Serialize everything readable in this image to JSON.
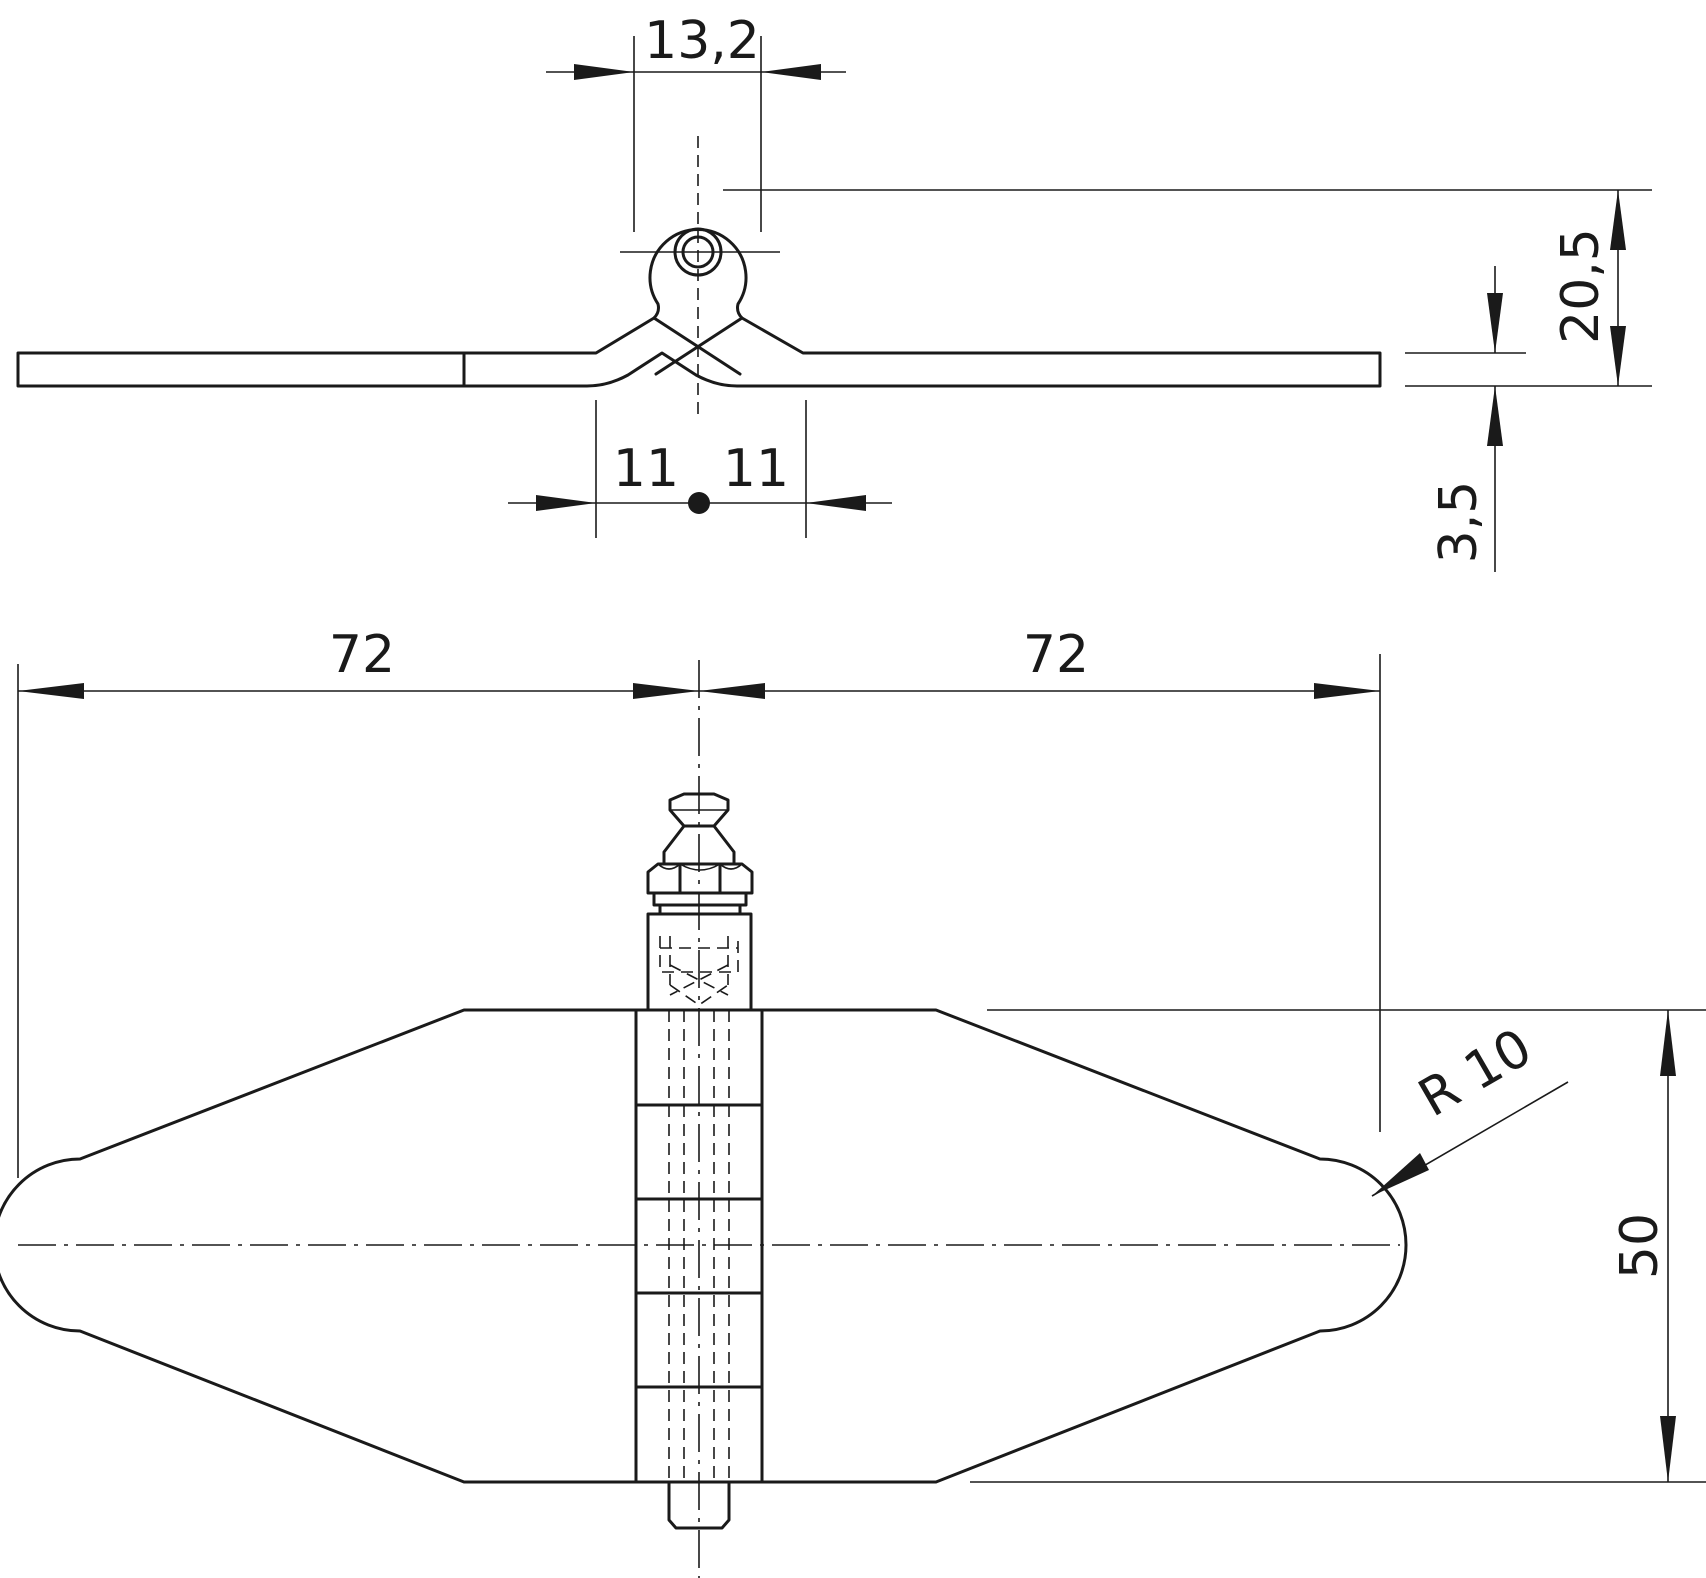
{
  "dimensions": {
    "pin_eye_width": "13,2",
    "eye_height": "20,5",
    "leaf_thickness": "3,5",
    "bend_offset_left": "11",
    "bend_offset_right": "11",
    "leaf_length_left": "72",
    "leaf_length_right": "72",
    "tip_radius": "R 10",
    "leaf_width": "50"
  }
}
